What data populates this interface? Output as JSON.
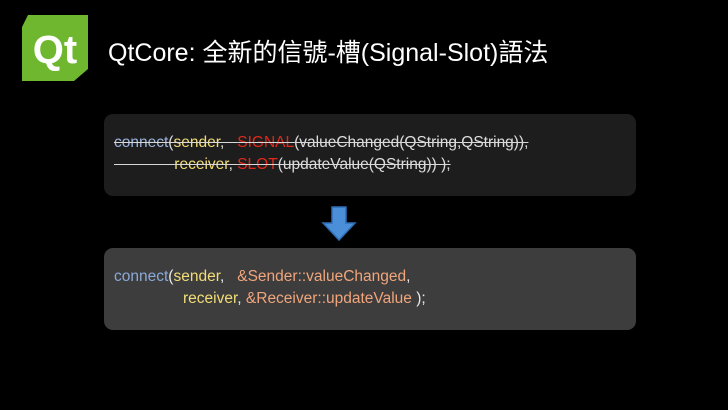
{
  "logo": {
    "text": "Qt",
    "color": "#6eb72f"
  },
  "title": "QtCore: 全新的信號-槽(Signal-Slot)語法",
  "old_syntax": {
    "line1": {
      "connect": "connect",
      "open": "(",
      "sender": "sender",
      "comma": ",   ",
      "macro": "SIGNAL",
      "arg": "(valueChanged(QString,QString)),"
    },
    "line2": {
      "receiver": "receiver",
      "comma": ", ",
      "macro": "SLOT",
      "arg": "(updateValue(QString)) );"
    }
  },
  "arrow": {
    "icon": "down-arrow-icon",
    "color": "#4a8fd8"
  },
  "new_syntax": {
    "line1": {
      "connect": "connect",
      "open": "(",
      "sender": "sender",
      "comma": ",   ",
      "method": "&Sender::valueChanged",
      "end": ","
    },
    "line2": {
      "receiver": "receiver",
      "comma": ", ",
      "method": "&Receiver::updateValue",
      "end": " );"
    }
  }
}
